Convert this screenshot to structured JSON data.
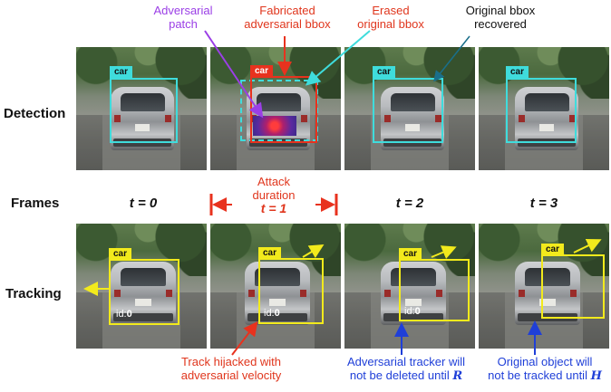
{
  "row_labels": {
    "detection": "Detection",
    "frames": "Frames",
    "tracking": "Tracking"
  },
  "frame_labels": {
    "t0": "t = 0",
    "t2": "t = 2",
    "t3": "t = 3"
  },
  "attack": {
    "line1": "Attack",
    "line2": "duration",
    "line3": "t = 1"
  },
  "top_annotations": {
    "patch": {
      "l1": "Adversarial",
      "l2": "patch"
    },
    "fabricated": {
      "l1": "Fabricated",
      "l2": "adversarial bbox"
    },
    "erased": {
      "l1": "Erased",
      "l2": "original bbox"
    },
    "recovered": {
      "l1": "Original bbox",
      "l2": "recovered"
    }
  },
  "bottom_annotations": {
    "hijack": {
      "l1": "Track hijacked with",
      "l2": "adversarial velocity"
    },
    "adv_tracker": {
      "l1": "Adversarial tracker will",
      "l2": "not be deleted until",
      "var": "R"
    },
    "orig_object": {
      "l1": "Original object will",
      "l2": "not be tracked until",
      "var": "H"
    }
  },
  "det_tag": "car",
  "trk_tag": "car",
  "trk_id": {
    "prefix": "id:",
    "value": "0"
  },
  "colors": {
    "cyan": "#3fdcdc",
    "red": "#e8321e",
    "yellow": "#f2ea1c",
    "purple": "#9b3fe6",
    "blue": "#1f3fd8",
    "red_text": "#e0361d"
  }
}
